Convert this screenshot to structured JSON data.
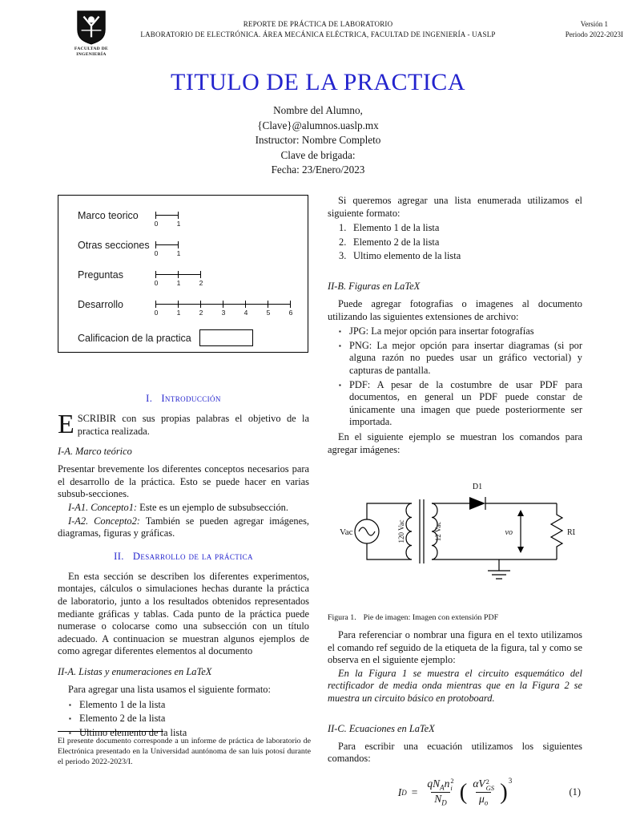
{
  "accent_blue": "#2323cd",
  "bullet_glyph": "▪",
  "header": {
    "logo": {
      "line1": "FACULTAD DE",
      "line2": "INGENIERÍA"
    },
    "center_line1": "REPORTE DE PRÁCTICA DE LABORATORIO",
    "center_line2": "LABORATORIO DE ELECTRÓNICA. ÁREA MECÁNICA ELÉCTRICA, FACULTAD DE INGENIERÍA - UASLP",
    "version": "Versión 1",
    "period": "Periodo 2022-2023I"
  },
  "title": "TITULO DE LA PRACTICA",
  "author": {
    "name": "Nombre del Alumno,",
    "email": "{Clave}@alumnos.uaslp.mx",
    "instructor": "Instructor: Nombre Completo",
    "brigade": "Clave de brigada:",
    "date": "Fecha: 23/Enero/2023"
  },
  "rubric": {
    "rows": [
      {
        "label": "Marco teorico",
        "ticks": [
          "0",
          "1"
        ]
      },
      {
        "label": "Otras secciones",
        "ticks": [
          "0",
          "1"
        ]
      },
      {
        "label": "Preguntas",
        "ticks": [
          "0",
          "1",
          "2"
        ]
      },
      {
        "label": "Desarrollo",
        "ticks": [
          "0",
          "1",
          "2",
          "3",
          "4",
          "5",
          "6"
        ]
      }
    ],
    "grade_label": "Calificacion de la practica"
  },
  "sections": {
    "s1": {
      "heading_num": "I.",
      "heading": "Introducción",
      "dropcap": "E",
      "intro_rest": "SCRIBIR con sus propias palabras el objetivo de la practica realizada.",
      "sub_a_heading": "I-A. Marco teórico",
      "sub_a_para": "Presentar brevemente los diferentes conceptos necesarios para el desarrollo de la práctica. Esto se puede hacer en varias subsub-secciones.",
      "sub1_label": "I-A1. Concepto1:",
      "sub1_text": "Este es un ejemplo de subsubsección.",
      "sub2_label": "I-A2. Concepto2:",
      "sub2_text": "También se pueden agregar imágenes, diagramas, figuras y gráficas."
    },
    "s2": {
      "heading_num": "II.",
      "heading": "Desarrollo de la práctica",
      "para": "En esta sección se describen los diferentes experimentos, montajes, cálculos o simulaciones hechas durante la práctica de laboratorio, junto a los resultados obtenidos representados mediante gráficas y tablas. Cada punto de la práctica puede numerase o colocarse como una subsección con un título adecuado. A continuacion se muestran algunos ejemplos de como agregar diferentes elementos al documento",
      "sub_a_heading": "II-A. Listas y enumeraciones en LaTeX",
      "list_intro": "Para agregar una lista usamos el siguiente formato:",
      "bullet_items": [
        "Elemento 1 de la lista",
        "Elemento 2 de la lista",
        "Ultimo elemento de la lista"
      ],
      "enum_intro": "Si queremos agregar una lista enumerada utilizamos el siguiente formato:",
      "enum_items": [
        {
          "num": "1.",
          "text": "Elemento 1 de la lista"
        },
        {
          "num": "2.",
          "text": "Elemento 2 de la lista"
        },
        {
          "num": "3.",
          "text": "Ultimo elemento de la lista"
        }
      ],
      "sub_b_heading": "II-B. Figuras en LaTeX",
      "figures_intro": "Puede agregar fotografias o imagenes al documento utilizando las siguientes extensiones de archivo:",
      "format_items": [
        "JPG: La mejor opción para insertar fotografías",
        "PNG: La mejor opción para insertar diagramas (si por alguna razón no puedes usar un gráfico vectorial) y capturas de pantalla.",
        "PDF: A pesar de la costumbre de usar PDF para documentos, en general un PDF puede constar de únicamente una imagen que puede posteriormente ser importada."
      ],
      "example_intro": "En el siguiente ejemplo se muestran los comandos para agregar imágenes:",
      "ref_para": "Para referenciar o nombrar una figura en el texto utilizamos el comando ref seguido de la etiqueta de la figura, tal y como se observa en el siguiente ejemplo:",
      "ref_example": "En la Figura 1 se muestra el circuito esquemático del rectificador de media onda mientras que en la Figura 2 se muestra un circuito básico en protoboard.",
      "sub_c_heading": "II-C. Ecuaciones en LaTeX",
      "eq_intro": "Para escribir una ecuación utilizamos los siguientes comandos:"
    }
  },
  "figure1": {
    "caption_tag": "Figura 1.",
    "caption_text": "Pie de imagen: Imagen con extensión PDF",
    "labels": {
      "source": "Vac",
      "primary": "120 Vac",
      "secondary": "12 Vac",
      "diode": "D1",
      "vout": "vo",
      "load": "RL"
    }
  },
  "equation": {
    "number": "(1)",
    "lhs": "I",
    "lhs_sub": "D",
    "equals": "=",
    "f1_num_a": "qN",
    "f1_num_a_sub": "A",
    "f1_num_b": "n",
    "f1_num_b_sup": "2",
    "f1_num_b_sub": "i",
    "f1_den": "N",
    "f1_den_sub": "D",
    "open_paren": "(",
    "f2_num_a": "α",
    "f2_num_b": "V",
    "f2_num_b_sup": "2",
    "f2_num_b_sub": "GS",
    "f2_den": "μ",
    "f2_den_sub": "o",
    "close_paren": ")",
    "power": "3"
  },
  "footnote": "El presente documento corresponde a un informe de práctica de laboratorio de Electrónica presentado en la Universidad auntónoma de san luis potosí durante el periodo 2022-2023/I."
}
